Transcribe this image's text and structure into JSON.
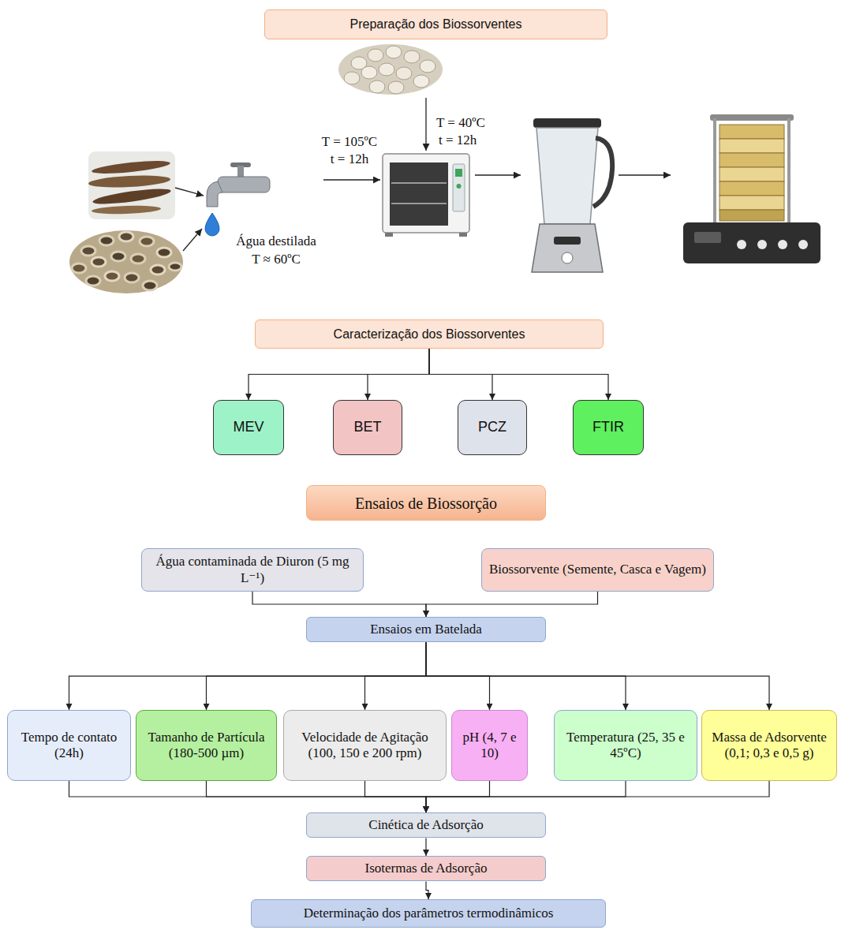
{
  "diagram": {
    "nodes": [
      {
        "text": [
          "Preparação dos Biossorventes"
        ]
      },
      {
        "text": [
          "Caracterização dos Biossorventes"
        ]
      },
      {
        "text": [
          "MEV"
        ]
      },
      {
        "text": [
          "BET"
        ]
      },
      {
        "text": [
          "PCZ"
        ]
      },
      {
        "text": [
          "FTIR"
        ]
      },
      {
        "text": [
          "Ensaios de Biossorção"
        ]
      },
      {
        "text": [
          "Água contaminada de Diuron (5 mg L⁻¹)"
        ]
      },
      {
        "text": [
          "Biossorvente (Semente, Casca e Vagem)"
        ]
      },
      {
        "text": [
          "Ensaios em Batelada"
        ]
      },
      {
        "text": [
          "Tempo de contato (24h)"
        ]
      },
      {
        "text": [
          "Tamanho de Partícula (180-500 µm)"
        ]
      },
      {
        "text": [
          "Velocidade de Agitação (100, 150 e 200 rpm)"
        ]
      },
      {
        "text": [
          "pH (4, 7 e 10)"
        ]
      },
      {
        "text": [
          "Temperatura (25, 35 e 45ºC)"
        ]
      },
      {
        "text": [
          "Massa de Adsorvente (0,1; 0,3 e 0,5 g)"
        ]
      },
      {
        "text": [
          "Cinética de Adsorção"
        ]
      },
      {
        "text": [
          "Isotermas de Adsorção"
        ]
      },
      {
        "text": [
          "Determinação dos parâmetros termodinâmicos"
        ]
      }
    ],
    "edges": [
      {
        "from": 1,
        "to": 2,
        "arrow": "to"
      },
      {
        "from": 1,
        "to": 3,
        "arrow": "to"
      },
      {
        "from": 1,
        "to": 4,
        "arrow": "to"
      },
      {
        "from": 1,
        "to": 5,
        "arrow": "to"
      },
      {
        "from": 7,
        "to": 9,
        "arrow": "to"
      },
      {
        "from": 8,
        "to": 9,
        "arrow": "to"
      },
      {
        "from": 9,
        "to": 10,
        "arrow": "to"
      },
      {
        "from": 9,
        "to": 11,
        "arrow": "to"
      },
      {
        "from": 9,
        "to": 12,
        "arrow": "to"
      },
      {
        "from": 9,
        "to": 13,
        "arrow": "to"
      },
      {
        "from": 9,
        "to": 14,
        "arrow": "to"
      },
      {
        "from": 9,
        "to": 15,
        "arrow": "to"
      },
      {
        "from": 10,
        "to": 16,
        "arrow": "to"
      },
      {
        "from": 11,
        "to": 16,
        "arrow": "to"
      },
      {
        "from": 12,
        "to": 16,
        "arrow": "to"
      },
      {
        "from": 13,
        "to": 16,
        "arrow": "to"
      },
      {
        "from": 14,
        "to": 16,
        "arrow": "to"
      },
      {
        "from": 15,
        "to": 16,
        "arrow": "to"
      },
      {
        "from": 16,
        "to": 17,
        "arrow": "to"
      },
      {
        "from": 17,
        "to": 18,
        "arrow": "to"
      }
    ],
    "labels": [
      "T = 40ºC",
      "t = 12h",
      "T = 105ºC",
      "t = 12h",
      "Água destilada",
      "T ≈ 60ºC"
    ]
  }
}
